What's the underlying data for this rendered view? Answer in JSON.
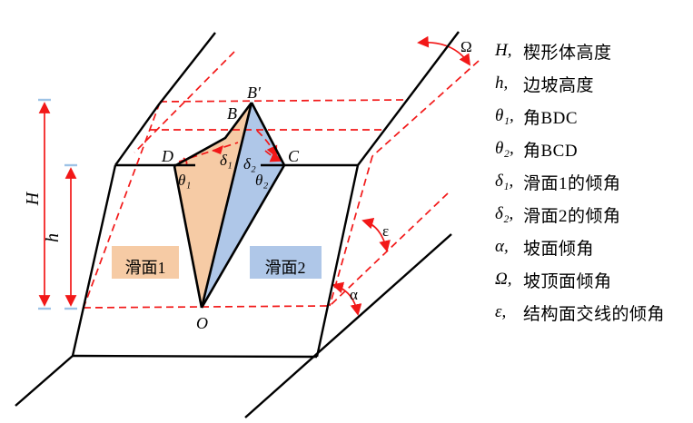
{
  "diagram": {
    "points": {
      "b_prime": "B′",
      "b": "B",
      "d": "D",
      "c": "C",
      "o": "O"
    },
    "angles": {
      "theta1": "θ₁",
      "theta2": "θ₂",
      "delta1": "δ₁",
      "delta2": "δ₂",
      "epsilon": "ε",
      "alpha": "α",
      "omega": "Ω"
    },
    "dimensions": {
      "wedge_height": "H",
      "slope_height": "h"
    },
    "faces": {
      "face1": "滑面1",
      "face2": "滑面2"
    },
    "colors": {
      "face1_fill": "#F6CBA5",
      "face2_fill": "#AFC7E8",
      "dashed_red": "#F21818",
      "solid_black": "#000000",
      "tick_blue": "#9DC3E6"
    }
  },
  "legend": {
    "items": [
      {
        "symbol": "H,",
        "label": "楔形体高度"
      },
      {
        "symbol": "h,",
        "label": "边坡高度"
      },
      {
        "symbol": "θ₁,",
        "label": "角BDC"
      },
      {
        "symbol": "θ₂,",
        "label": "角BCD"
      },
      {
        "symbol": "δ₁,",
        "label": "滑面1的倾角"
      },
      {
        "symbol": "δ₂,",
        "label": "滑面2的倾角"
      },
      {
        "symbol": "α,",
        "label": "坡面倾角"
      },
      {
        "symbol": "Ω,",
        "label": "坡顶面倾角"
      },
      {
        "symbol": "ε,",
        "label": "结构面交线的倾角"
      }
    ]
  }
}
